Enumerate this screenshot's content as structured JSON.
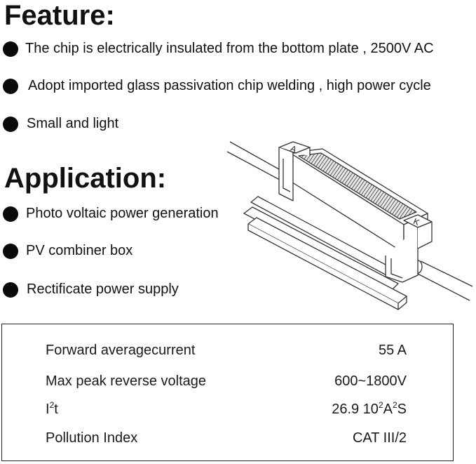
{
  "feature": {
    "heading": "Feature:",
    "items": [
      "The chip is electrically insulated from the bottom plate , 2500V AC",
      "Adopt imported glass passivation chip welding , high power cycle",
      "Small and light"
    ]
  },
  "application": {
    "heading": "Application:",
    "items": [
      "Photo voltaic power generation",
      "PV combiner box",
      "Rectificate power supply"
    ]
  },
  "illustration": {
    "terminal_a": "A",
    "terminal_k": "K"
  },
  "specs": {
    "rows": [
      {
        "label": "Forward averagecurrent",
        "value": "55 A"
      },
      {
        "label": "Max peak reverse voltage",
        "value": "600~1800V"
      },
      {
        "label_main": "I",
        "label_sup": "2",
        "label_tail": "t",
        "value_main": "26.9 10",
        "value_sup1": "2",
        "value_mid": "A",
        "value_sup2": "2",
        "value_tail": "S"
      },
      {
        "label": "Pollution Index",
        "value": "CAT III/2"
      }
    ]
  },
  "colors": {
    "text": "#111111",
    "dot": "#0a0a0a",
    "border": "#222222"
  }
}
